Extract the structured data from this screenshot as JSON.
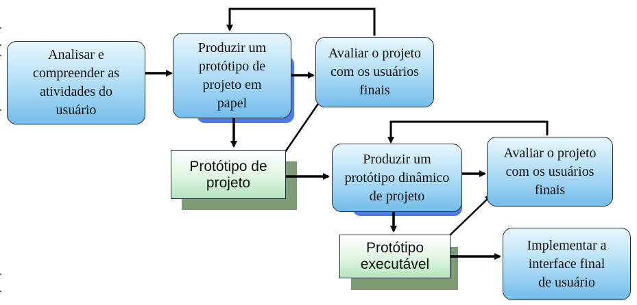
{
  "nodes": {
    "analisar": "Analisar e\ncompreender as\natividades do\nusuário",
    "produzir_papel": "Produzir um\nprotótipo de\nprojeto em\npapel",
    "avaliar_1": "Avaliar o projeto\ncom os usuários\nfinais",
    "prototipo_projeto": "Protótipo de\nprojeto",
    "produzir_dinamico": "Produzir um\nprotótipo dinâmico\nde projeto",
    "avaliar_2": "Avaliar o projeto\ncom os usuários\nfinais",
    "prototipo_executavel": "Protótipo\nexecutável",
    "implementar": "Implementar a\ninterface final\nde usuário"
  },
  "colors": {
    "process_fill": "#9fd3f2",
    "process_shadow": "#4f7be8",
    "artifact_fill": "#d6f1da",
    "artifact_shadow": "#7d9c75",
    "arrow": "#000000"
  }
}
